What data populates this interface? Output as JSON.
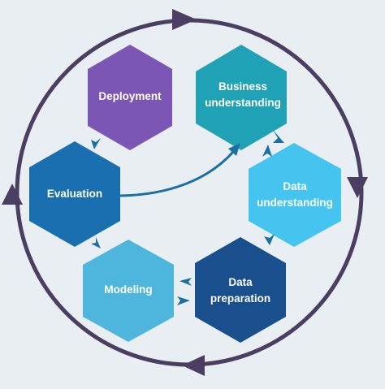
{
  "diagram": {
    "colors": {
      "background": "#e9eef3",
      "cycle_ring": "#4a3f63",
      "deployment": "#7b56b4",
      "business_understanding": "#1fa2b5",
      "data_understanding": "#45c4ef",
      "data_preparation": "#1a4f8e",
      "modeling": "#4eb6dc",
      "evaluation": "#1a6fb0",
      "connector": "#1a6fa3"
    },
    "stages": {
      "deployment": {
        "lines": [
          "Deployment"
        ]
      },
      "business_understanding": {
        "lines": [
          "Business",
          "understanding"
        ]
      },
      "data_understanding": {
        "lines": [
          "Data",
          "understanding"
        ]
      },
      "data_preparation": {
        "lines": [
          "Data",
          "preparation"
        ]
      },
      "modeling": {
        "lines": [
          "Modeling"
        ]
      },
      "evaluation": {
        "lines": [
          "Evaluation"
        ]
      }
    }
  }
}
